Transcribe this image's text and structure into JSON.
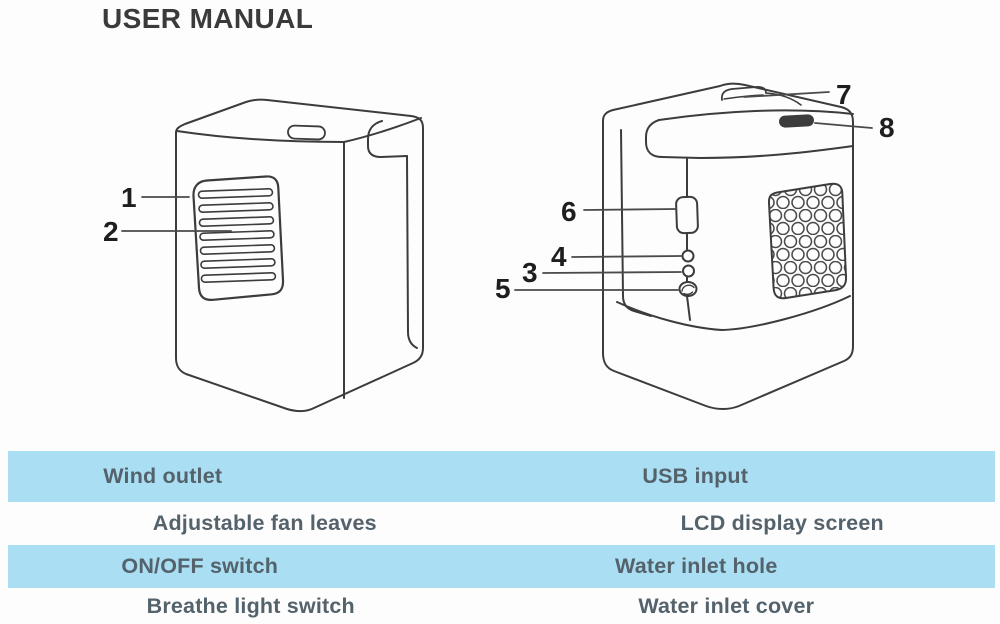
{
  "title": "USER MANUAL",
  "diagram": {
    "callouts": {
      "c1": "1",
      "c2": "2",
      "c3": "3",
      "c4": "4",
      "c5": "5",
      "c6": "6",
      "c7": "7",
      "c8": "8"
    },
    "left_device": "air cooler front view line drawing with louvered wind outlet",
    "right_device": "air cooler back view line drawing with USB port, buttons, water inlet and honeycomb grille"
  },
  "legend": {
    "rows": [
      {
        "left": "Wind outlet",
        "right": "USB input",
        "highlighted": true
      },
      {
        "left": "Adjustable fan leaves",
        "right": "LCD display screen",
        "highlighted": false
      },
      {
        "left": "ON/OFF switch",
        "right": "Water inlet hole",
        "highlighted": true
      },
      {
        "left": "Breathe light switch",
        "right": "Water inlet cover",
        "highlighted": false
      }
    ]
  },
  "colors": {
    "highlight_row": "#aadef2",
    "table_text": "#54626c",
    "line_art": "#3c3c3c",
    "callout_text": "#1e1e1e",
    "background": "#fdfdfd"
  }
}
